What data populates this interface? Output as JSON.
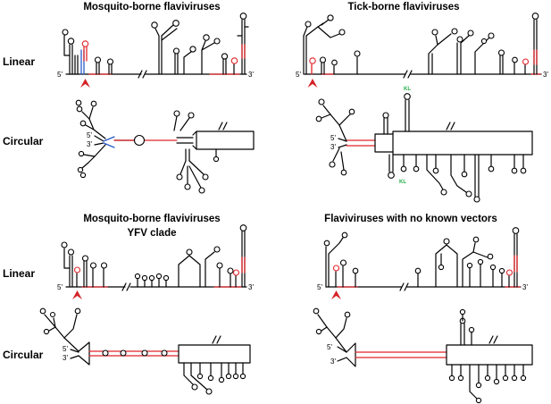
{
  "panels": [
    {
      "title": "Mosquito-borne flaviviruses"
    },
    {
      "title": "Tick-borne flaviviruses"
    },
    {
      "title": "Mosquito-borne flaviviruses",
      "subtitle": "YFV clade"
    },
    {
      "title": "Flaviviruses with no known vectors"
    }
  ],
  "row_labels": {
    "linear": "Linear",
    "circular": "Circular"
  },
  "ends": {
    "five": "5'",
    "three": "3'"
  },
  "markers": {
    "kissing_loop": "KL"
  },
  "colors": {
    "black": "#000000",
    "red": "#e0252a",
    "blue": "#2a5cc8",
    "green": "#22b04a",
    "arrow": "#d42226"
  }
}
